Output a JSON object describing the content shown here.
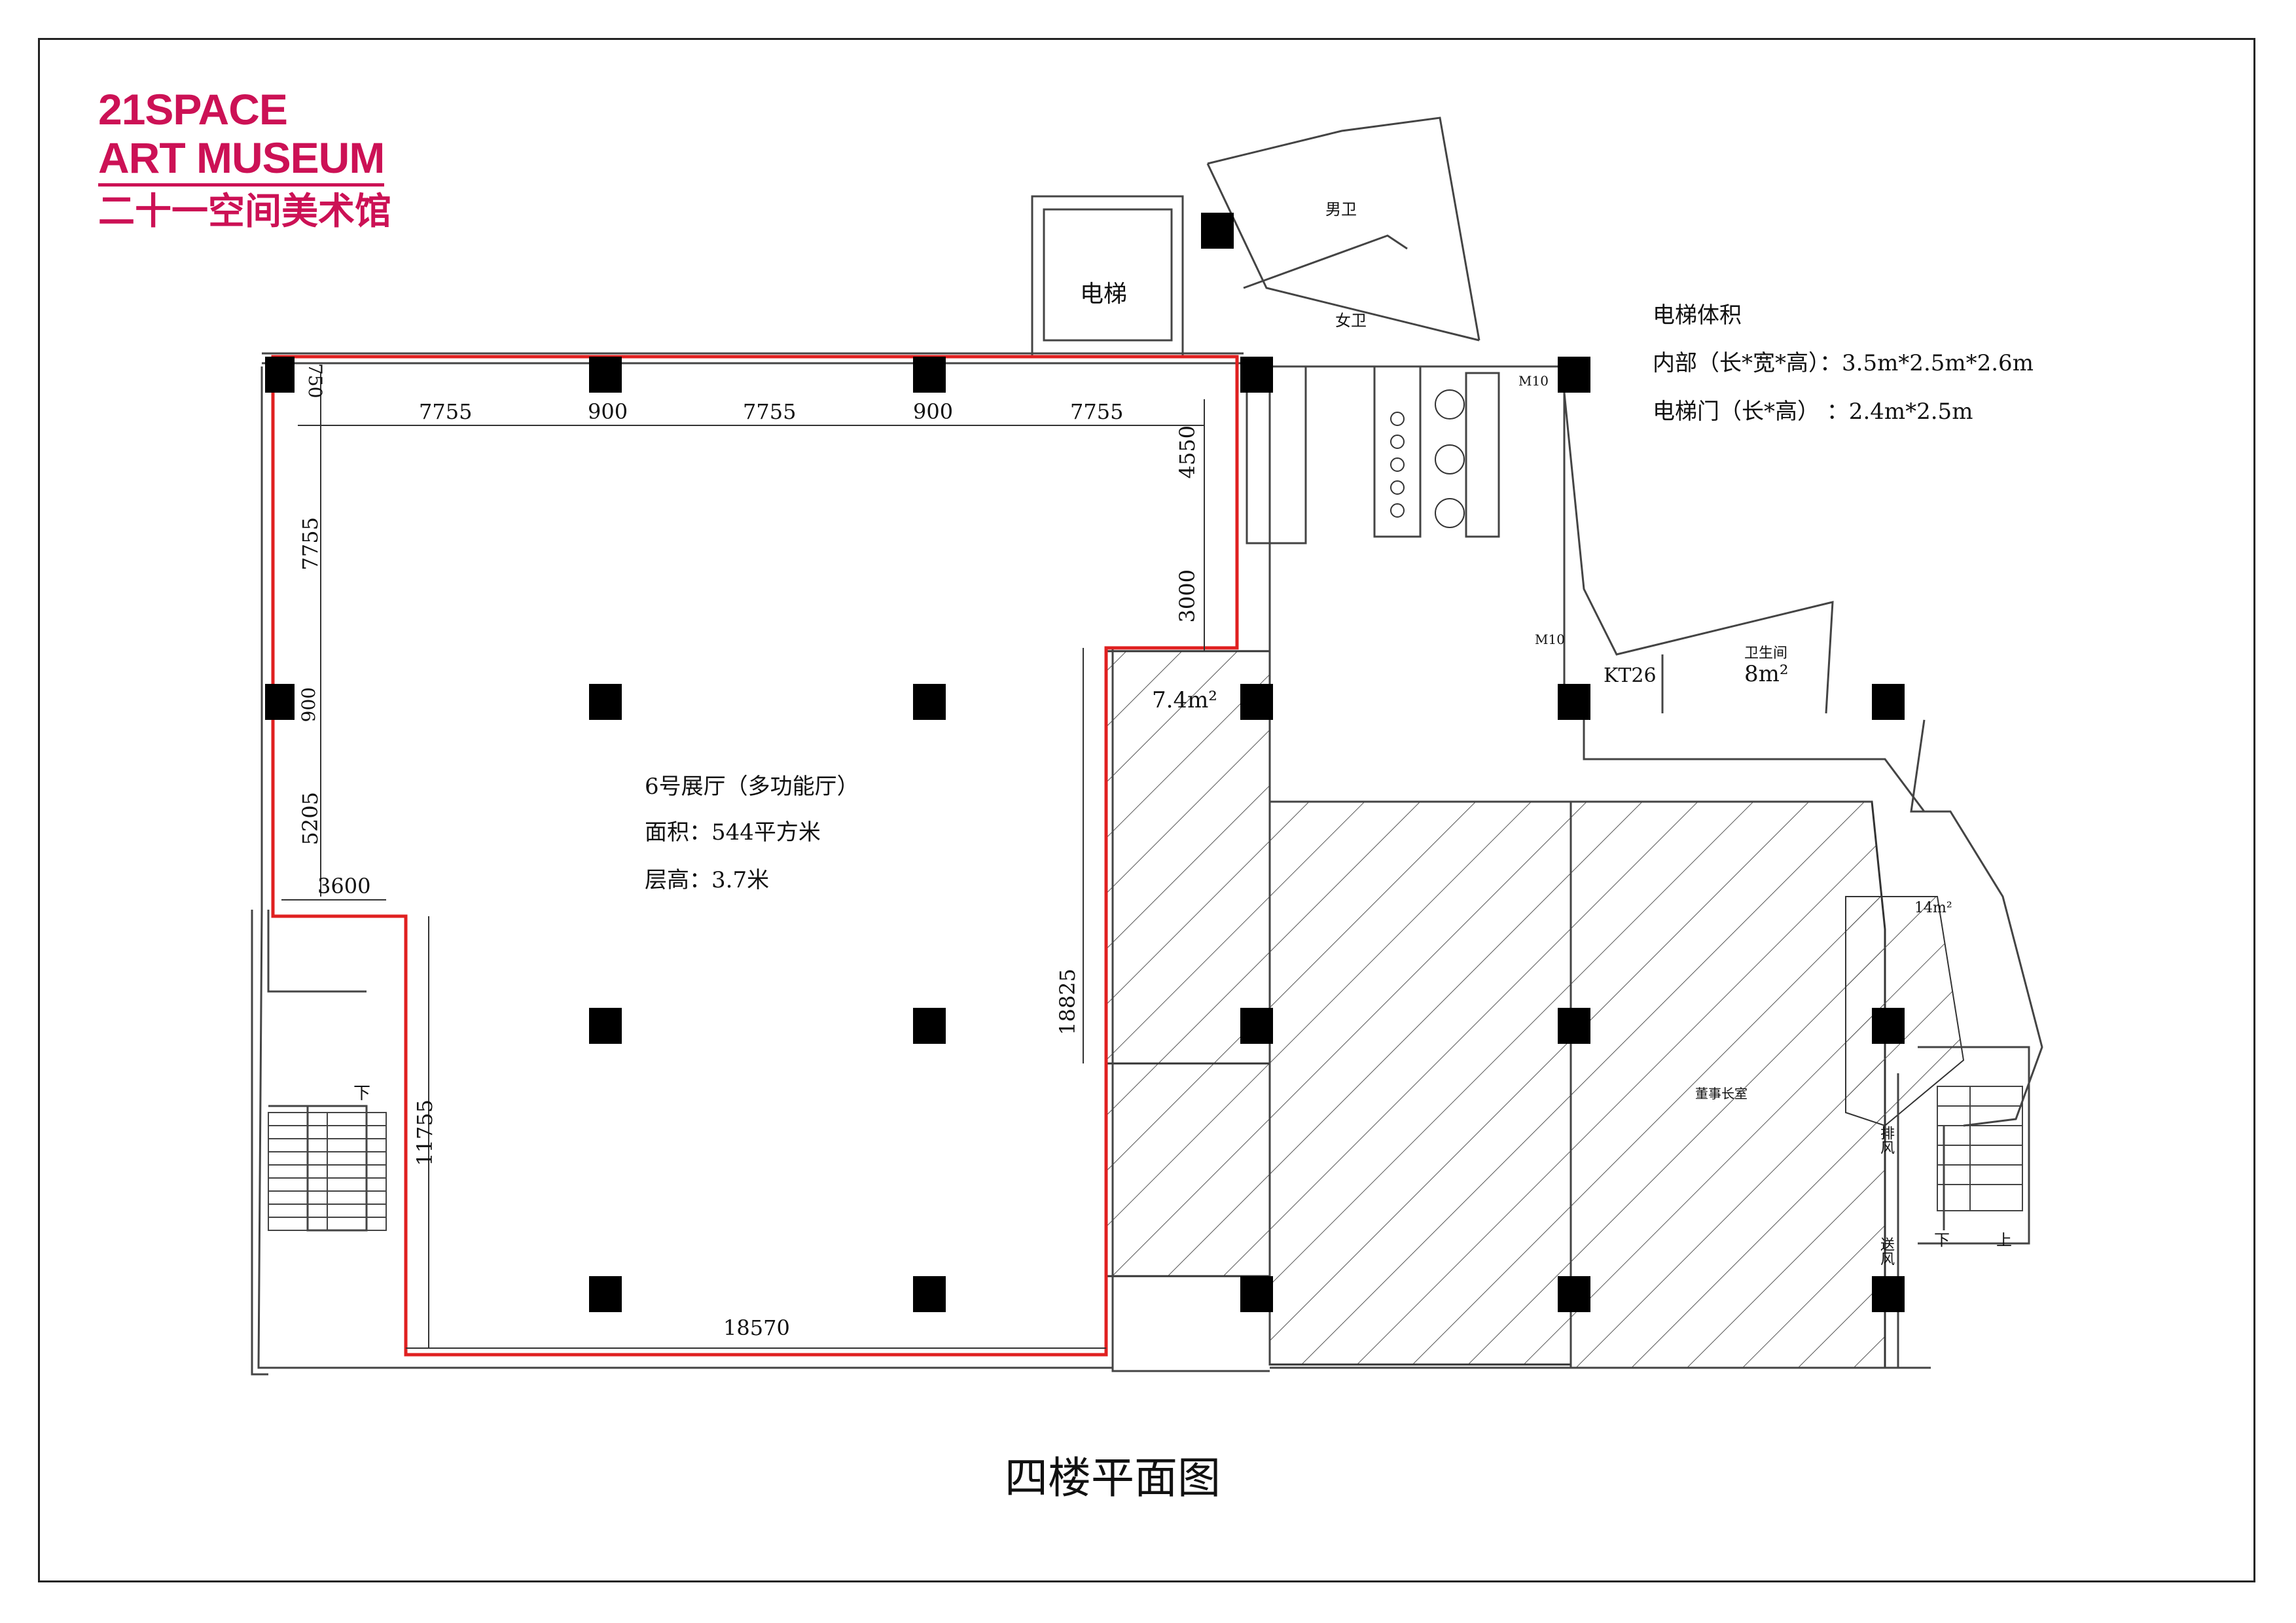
{
  "logo": {
    "line1": "21SPACE",
    "line2": "ART MUSEUM",
    "line3": "二十一空间美术馆",
    "color": "#cc1155"
  },
  "elevator_info": {
    "heading": "电梯体积",
    "interior": "内部（长*宽*高）：3.5m*2.5m*2.6m",
    "door": "电梯门（长*高）  ：2.4m*2.5m"
  },
  "hall": {
    "name": "6号展厅（多功能厅）",
    "area": "面积：544平方米",
    "height": "层高：3.7米",
    "outline_color": "#e02020"
  },
  "rooms": {
    "elevator": "电梯",
    "mens_restroom": "男卫",
    "womens_restroom": "女卫",
    "restroom": "卫生间",
    "restroom_area": "8m²",
    "small_room_area": "7.4m²",
    "kt": "KT26",
    "office_area": "14m²",
    "chairman_office": "董事长室",
    "exhaust": "排风",
    "supply_air": "送风",
    "down_left": "下",
    "down_right": "下",
    "up_right": "上",
    "door_m10a": "M10",
    "door_m10b": "M10"
  },
  "dimensions": {
    "top_750": "750",
    "top_7755_a": "7755",
    "top_900_a": "900",
    "top_7755_b": "7755",
    "top_900_b": "900",
    "top_7755_c": "7755",
    "left_7755": "7755",
    "left_900": "900",
    "left_5205": "5205",
    "left_3600": "3600",
    "v_4550": "4550",
    "v_3000": "3000",
    "v_18825": "18825",
    "v_11755": "11755",
    "bottom_18570": "18570"
  },
  "drawing_title": "四楼平面图"
}
